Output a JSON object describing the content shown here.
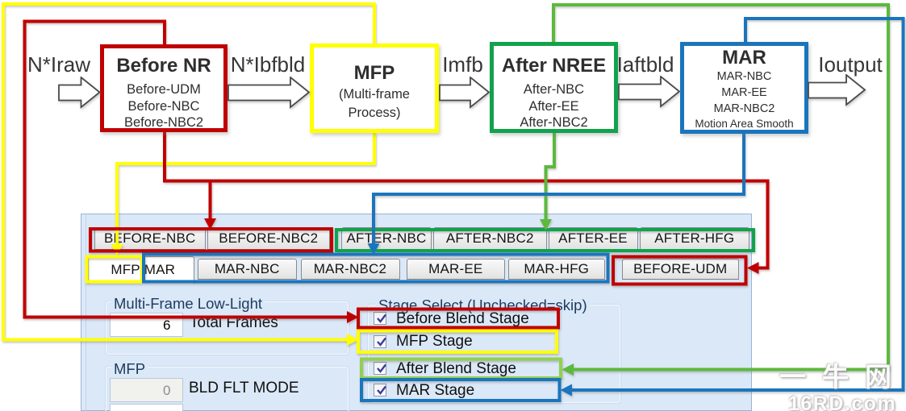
{
  "colors": {
    "red": "#c00000",
    "yellow": "#ffff00",
    "green_line": "#5cb93c",
    "green_box": "#12a24e",
    "green_rect": "#92d050",
    "blue": "#1b75bc",
    "panel_bg": "#dbe8f7"
  },
  "diagram": {
    "flow_labels": [
      "N*Iraw",
      "N*Ibfbld",
      "Imfb",
      "Iaftbld",
      "Ioutput"
    ],
    "boxes": [
      {
        "title": "Before NR",
        "lines": [
          "Before-UDM",
          "Before-NBC",
          "Before-NBC2"
        ]
      },
      {
        "title": "MFP",
        "lines": [
          "(Multi-frame",
          "Process)"
        ]
      },
      {
        "title": "After NREE",
        "lines": [
          "After-NBC",
          "After-EE",
          "After-NBC2"
        ]
      },
      {
        "title": "MAR",
        "lines": [
          "MAR-NBC",
          "MAR-EE",
          "MAR-NBC2",
          "Motion Area Smooth"
        ]
      }
    ]
  },
  "panel": {
    "tabs_row1": [
      "BEFORE-NBC",
      "BEFORE-NBC2",
      "AFTER-NBC",
      "AFTER-NBC2",
      "AFTER-EE",
      "AFTER-HFG"
    ],
    "tabs_row2": [
      "MFP/MAR",
      "MAR-NBC",
      "MAR-NBC2",
      "MAR-EE",
      "MAR-HFG",
      "BEFORE-UDM"
    ],
    "selected_tab": "MFP/MAR",
    "groups": {
      "multiframe": {
        "label": "Multi-Frame Low-Light",
        "field_value": "6",
        "field_label": "Total Frames"
      },
      "mfp": {
        "label": "MFP",
        "field_value": "0",
        "field_label": "BLD FLT MODE"
      },
      "stage": {
        "label": "Stage Select (Unchecked=skip)",
        "checkboxes": [
          {
            "label": "Before Blend Stage",
            "checked": true
          },
          {
            "label": "MFP Stage",
            "checked": true
          },
          {
            "label": "After Blend Stage",
            "checked": true
          },
          {
            "label": "MAR Stage",
            "checked": true
          }
        ]
      }
    }
  },
  "watermark": {
    "line1": "一牛网",
    "line2": "16RD.com"
  },
  "connectors": [
    {
      "color": "red",
      "from": "Before NR (top)",
      "to": "Before Blend Stage checkbox"
    },
    {
      "color": "red",
      "from": "Before NR (bottom)",
      "to": "BEFORE-NBC / BEFORE-NBC2 tabs"
    },
    {
      "color": "red",
      "from": "Before NR (bottom)",
      "to": "BEFORE-UDM tab"
    },
    {
      "color": "yellow",
      "from": "MFP (top)",
      "to": "MFP Stage checkbox"
    },
    {
      "color": "yellow",
      "from": "MFP (bottom)",
      "to": "MFP tab"
    },
    {
      "color": "green",
      "from": "After NREE (top)",
      "to": "After Blend Stage checkbox"
    },
    {
      "color": "green",
      "from": "After NREE (bottom)",
      "to": "AFTER-* tabs"
    },
    {
      "color": "blue",
      "from": "MAR (top)",
      "to": "MAR Stage checkbox"
    },
    {
      "color": "blue",
      "from": "MAR (bottom)",
      "to": "MAR-* tabs"
    }
  ]
}
